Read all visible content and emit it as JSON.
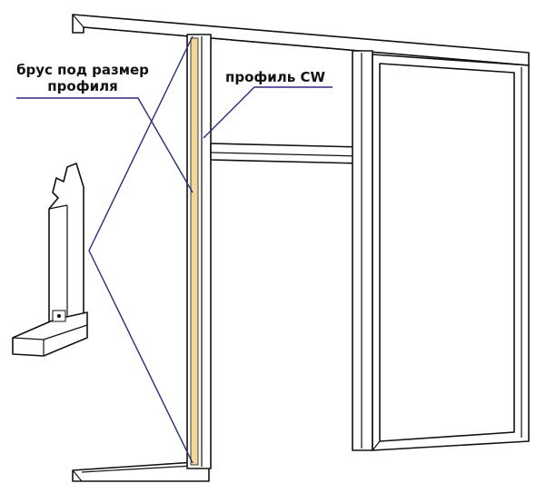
{
  "labels": {
    "beam_line1": "брус под размер",
    "beam_line2": "профиля",
    "cw_profile": "профиль CW"
  },
  "colors": {
    "leader_lines": "#2c2a7c",
    "timber_beam": "#f2d79a",
    "outline": "#111111"
  }
}
